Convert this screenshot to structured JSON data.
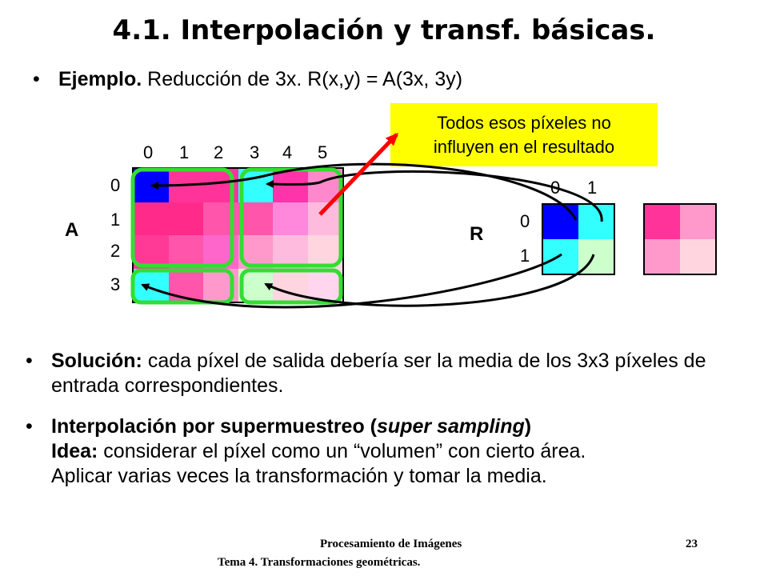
{
  "slide": {
    "title": "4.1. Interpolación y transf. básicas.",
    "example": {
      "label": "Ejemplo.",
      "text": " Reducción de 3x. R(x,y) = A(3x, 3y)"
    },
    "callout": {
      "line1": "Todos esos píxeles no",
      "line2": "influyen en el resultado"
    },
    "matrix_a": {
      "name": "A",
      "col_labels": [
        "0",
        "1",
        "2",
        "3",
        "4",
        "5"
      ],
      "row_labels": [
        "0",
        "1",
        "2",
        "3"
      ],
      "cells": [
        [
          "#0000ff",
          "#ff3399",
          "#ff3399",
          "#33ffff",
          "#ff33aa",
          "#ff88cc"
        ],
        [
          "#ff2a8a",
          "#ff2a8a",
          "#ff55aa",
          "#ff55aa",
          "#ff88dd",
          "#ffbbdd"
        ],
        [
          "#ff3a96",
          "#ff55aa",
          "#ff66cc",
          "#ff99cc",
          "#ffbbdd",
          "#ffd6e0"
        ],
        [
          "#33ffff",
          "#ff55aa",
          "#ff99cc",
          "#ccffcc",
          "#ffd6e0",
          "#ffd6ee"
        ]
      ]
    },
    "matrix_r": {
      "name": "R",
      "col_labels": [
        "0",
        "1"
      ],
      "row_labels": [
        "0",
        "1"
      ],
      "cells": [
        [
          "#0000ff",
          "#33ffff"
        ],
        [
          "#33ffff",
          "#ccffcc"
        ]
      ]
    },
    "matrix_avg": {
      "cells": [
        [
          "#ff3399",
          "#ff99cc"
        ],
        [
          "#ff99cc",
          "#ffd6e0"
        ]
      ]
    },
    "solution": {
      "label": "Solución:",
      "text": " cada píxel de salida debería ser la media de los 3x3 píxeles de entrada correspondientes."
    },
    "supersampling": {
      "label_a": "Interpolación por supermuestreo (",
      "label_italic": "super sampling",
      "label_b": ")",
      "idea_label": "Idea:",
      "idea_text": " considerar el píxel como un “volumen” con cierto área.",
      "line3": "Aplicar varias veces la transformación y tomar la media."
    },
    "bullet_symbol": "•",
    "footer": {
      "course": "Procesamiento de Imágenes",
      "topic": "Tema 4. Transformaciones geométricas.",
      "page": "23"
    },
    "colors": {
      "highlight": "#ffff00",
      "group_border": "#33dd33",
      "arrow": "#ff0000"
    }
  }
}
